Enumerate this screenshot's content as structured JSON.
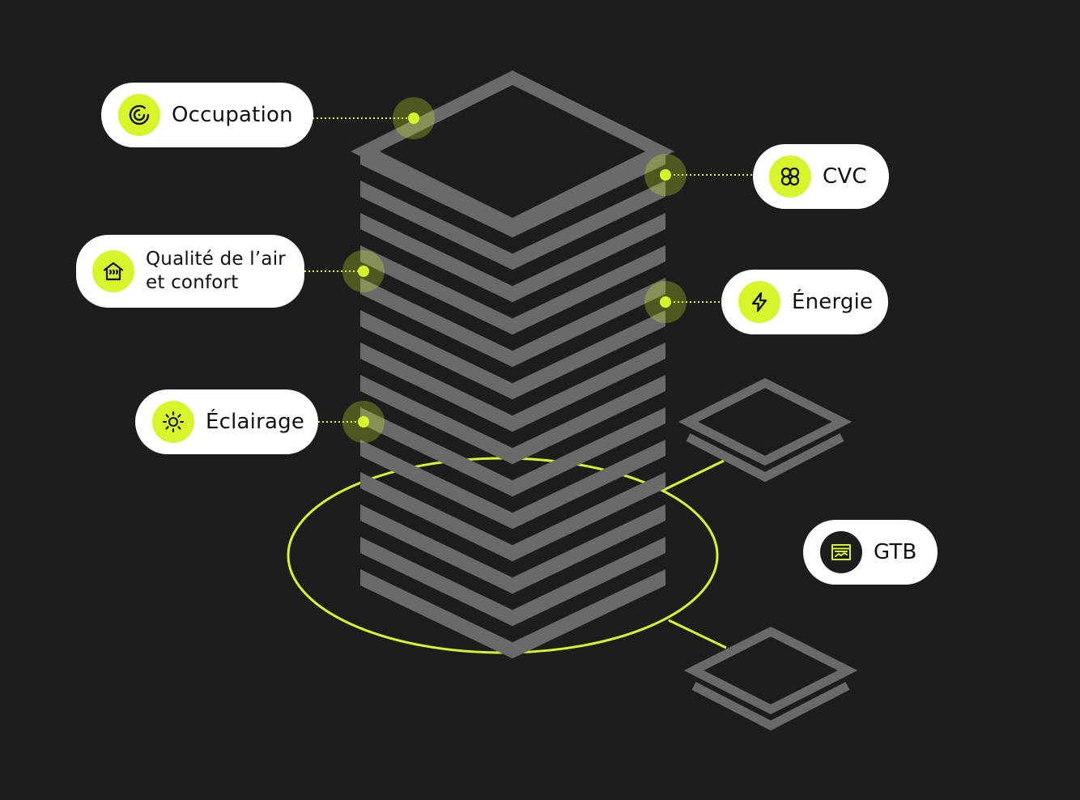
{
  "colors": {
    "background": "#1d1d1d",
    "tower": "#6a6a6a",
    "accent": "#d8f52c",
    "pill_background": "#ffffff",
    "pill_text": "#111111",
    "dark_icon_background": "#1d1d1d"
  },
  "labels": {
    "occupation": {
      "text": "Occupation",
      "icon": "occupation-target-icon"
    },
    "cvc": {
      "text": "CVC",
      "icon": "cvc-four-circles-icon"
    },
    "air_quality": {
      "text": "Qualité de l’air\net confort",
      "icon": "house-comfort-icon"
    },
    "energy": {
      "text": "Énergie",
      "icon": "lightning-bolt-icon"
    },
    "lighting": {
      "text": "Éclairage",
      "icon": "sun-icon"
    },
    "gtb": {
      "text": "GTB",
      "icon": "dashboard-screen-icon"
    }
  }
}
